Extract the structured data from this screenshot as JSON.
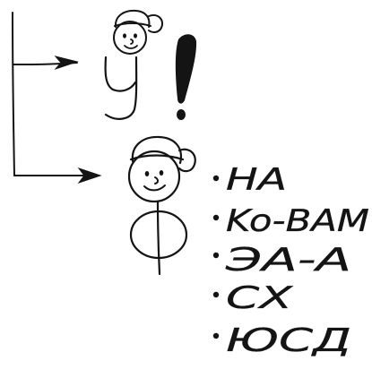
{
  "diagram": {
    "top_letter": "У",
    "bottom_letter": "Ф",
    "exclamation": "!",
    "list_items": [
      "HA",
      "Ko-BAM",
      "ЭA-A",
      "CX",
      "ЮСД"
    ]
  }
}
